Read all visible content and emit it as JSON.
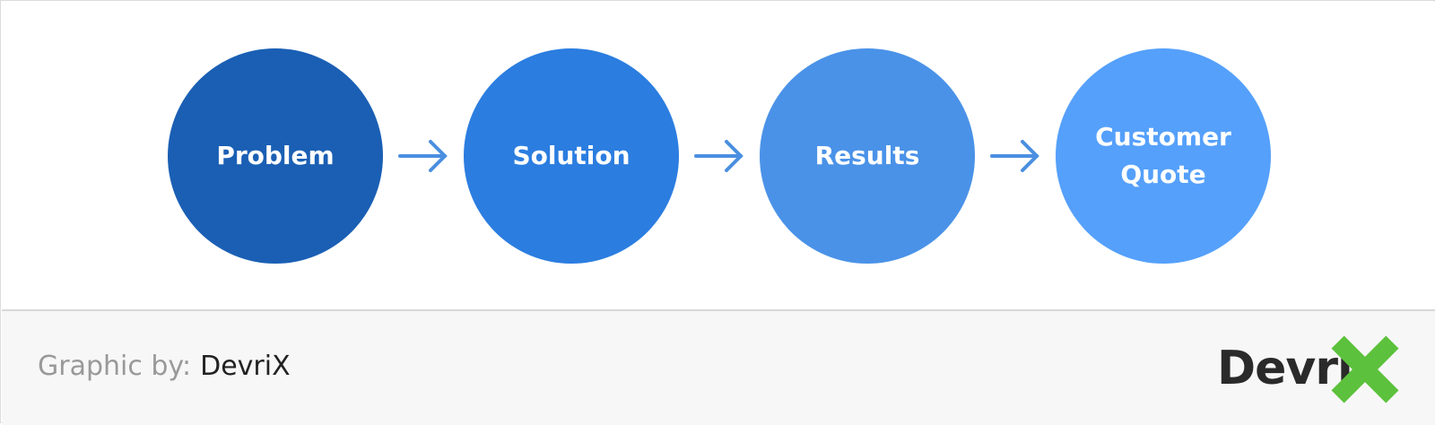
{
  "diagram": {
    "steps": [
      {
        "label": "Problem",
        "color": "#1a5fb4"
      },
      {
        "label": "Solution",
        "color": "#2b7de0"
      },
      {
        "label": "Results",
        "color": "#4a92e8"
      },
      {
        "label": "Customer Quote",
        "color": "#55a0fb"
      }
    ],
    "arrow_color": "#4a8fe0",
    "arrow_icon": "arrow-right-icon"
  },
  "footer": {
    "credit_prefix": "Graphic by:",
    "credit_brand": "DevriX"
  },
  "logo": {
    "text": "Devri",
    "mark_icon": "x-mark-icon",
    "mark_color": "#5cc13c"
  }
}
